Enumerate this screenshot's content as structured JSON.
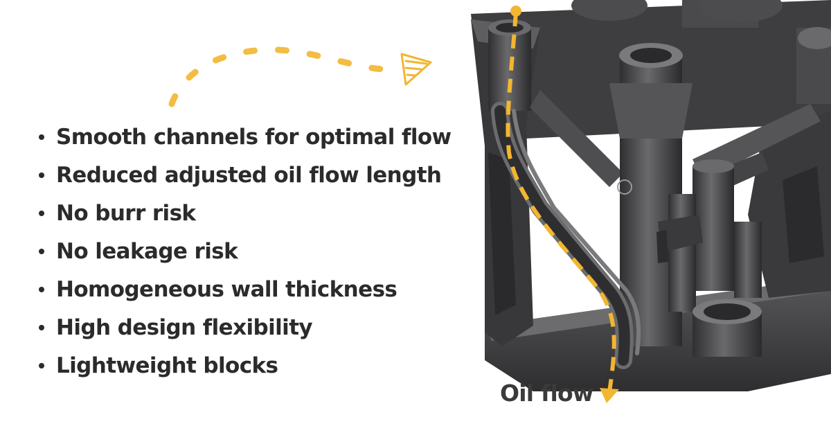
{
  "benefits": [
    "Smooth channels for optimal flow",
    "Reduced adjusted oil flow length",
    "No burr risk",
    "No leakage risk",
    "Homogeneous wall thickness",
    "High design flexibility",
    "Lightweight blocks"
  ],
  "diagram": {
    "flow_label": "Oil flow"
  },
  "colors": {
    "accent": "#f2b630",
    "text": "#2b2b2b",
    "part_dark": "#3c3c3e",
    "part_mid": "#5a5a5c",
    "part_light": "#8a8a8c"
  },
  "icons": [
    "dashed-arrow-icon",
    "oil-flow-path-icon",
    "start-dot-icon",
    "arrowhead-icon"
  ]
}
